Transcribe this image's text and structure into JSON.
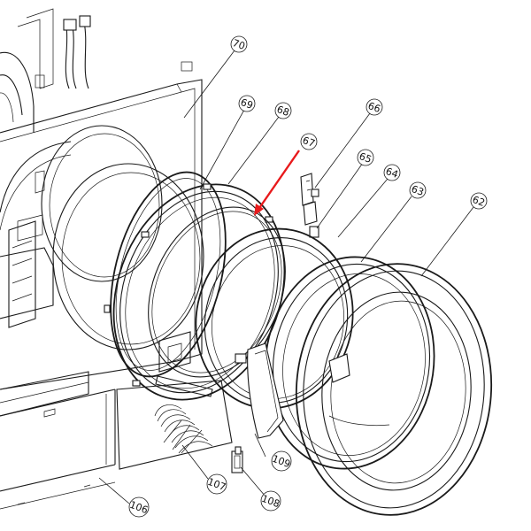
{
  "callouts": {
    "c70": "70",
    "c69": "69",
    "c68": "68",
    "c67": "67",
    "c66": "66",
    "c65": "65",
    "c64": "64",
    "c63": "63",
    "c62": "62",
    "c109": "109",
    "c108": "108",
    "c107": "107",
    "c106": "106"
  },
  "colors": {
    "line": "#1a1a1a",
    "highlight_arrow": "#e8191b",
    "background": "#ffffff"
  }
}
